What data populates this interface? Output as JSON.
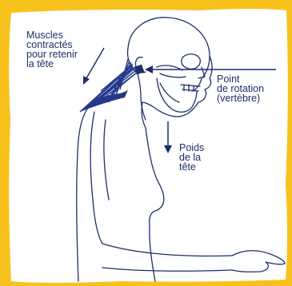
{
  "labels": {
    "muscles": [
      "Muscles",
      "contractés",
      "pour retenir",
      "la tête"
    ],
    "point": [
      "Point",
      "de rotation",
      "(vertèbre)"
    ],
    "poids": [
      "Poids",
      "de la",
      "tête"
    ]
  },
  "colors": {
    "frame": "#f7c21c",
    "ink": "#1b2f6b",
    "muscle": "#25378a"
  }
}
